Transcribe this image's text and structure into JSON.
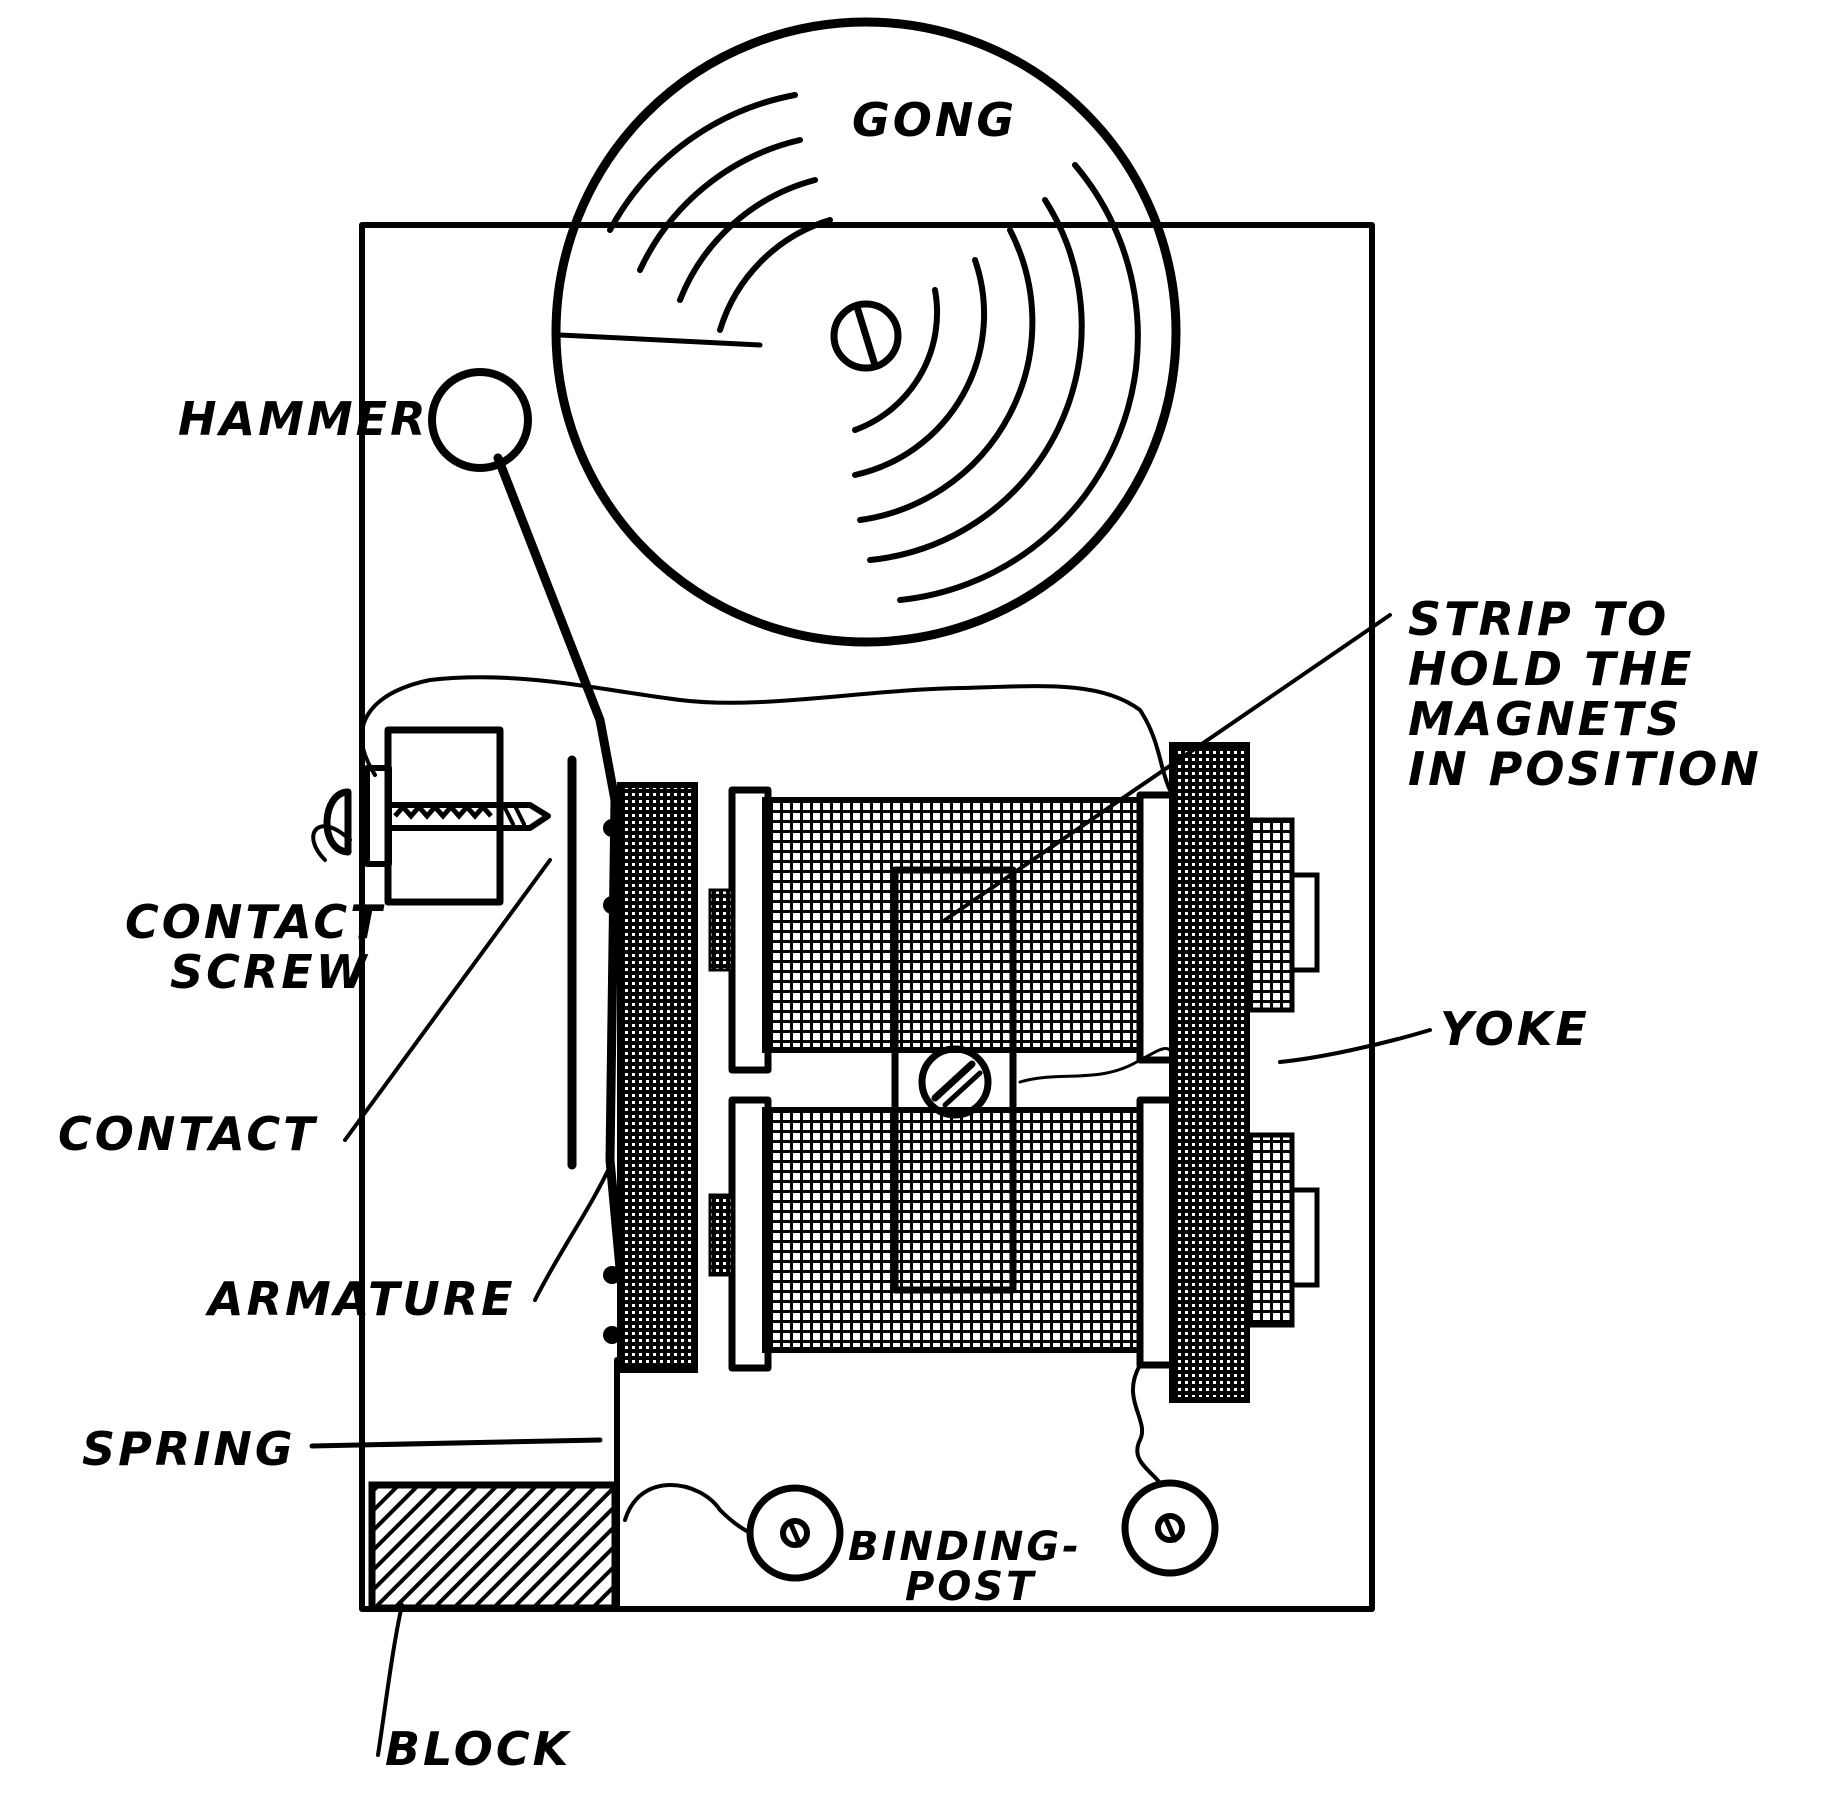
{
  "labels": {
    "gong": "GONG",
    "hammer": "HAMMER",
    "strip_line1": "STRIP TO",
    "strip_line2": "HOLD THE",
    "strip_line3": "MAGNETS",
    "strip_line4": "IN POSITION",
    "contact_screw_line1": "CONTACT",
    "contact_screw_line2": "SCREW",
    "yoke": "YOKE",
    "contact": "CONTACT",
    "armature": "ARMATURE",
    "spring": "SPRING",
    "binding_post_line1": "BINDING-",
    "binding_post_line2": "POST",
    "block": "BLOCK"
  },
  "colors": {
    "ink": "#000000",
    "paper": "#ffffff"
  }
}
